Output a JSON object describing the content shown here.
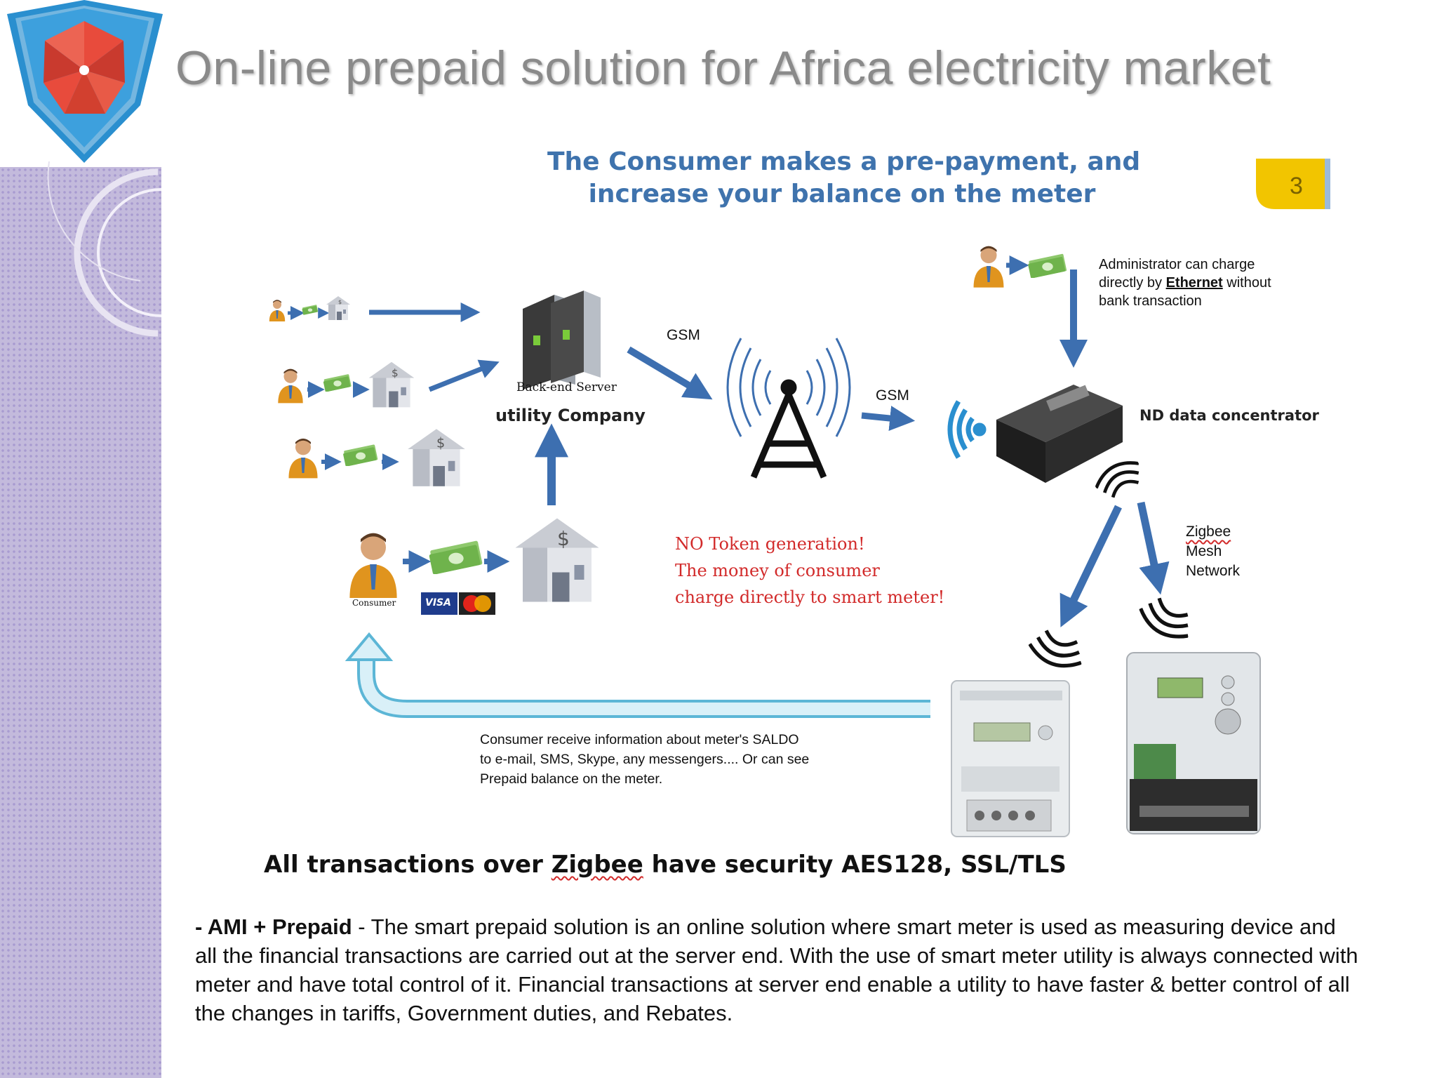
{
  "slide": {
    "title": "On-line prepaid solution for Africa electricity market",
    "page_number": "3"
  },
  "diagram": {
    "heading_line1": "The Consumer makes a pre-payment, and",
    "heading_line2": "increase your  balance on the meter",
    "server_caption": "Back-end Server",
    "server_label": "utility Company",
    "gsm_label_1": "GSM",
    "gsm_label_2": "GSM",
    "admin_note_line1": "Administrator can charge",
    "admin_note_prefix": "directly  by",
    "admin_note_link": "Ethernet",
    "admin_note_suffix": "without",
    "admin_note_line3": "bank transaction",
    "concentrator_label": "ND data concentrator",
    "zigbee_line1": "Zigbee",
    "zigbee_line2": "Mesh",
    "zigbee_line3": "Network",
    "red_note_line1": "NO Token generation!",
    "red_note_line2": "The money of consumer",
    "red_note_line3": "charge directly to smart meter!",
    "consumer_caption": "Consumer",
    "visa_label": "VISA",
    "info_line1": "Consumer receive information about meter's SALDO",
    "info_line2": "to e-mail, SMS, Skype, any messengers.... Or can see",
    "info_line3": "Prepaid balance on the meter.",
    "security_prefix": "All transactions  over",
    "security_zigbee": "Zigbee",
    "security_suffix": "have security AES128,  SSL/TLS"
  },
  "body": {
    "lead": "- AMI + Prepaid",
    "text": " - The smart prepaid solution is an online solution where smart meter is used as measuring device and all the financial transactions are carried out at the server end. With the use of smart meter utility is always connected with meter and have total control of it. Financial transactions at server end enable a utility to have faster & better control of all the changes in tariffs, Government duties, and Rebates."
  },
  "colors": {
    "arrow_blue": "#3d6fb0",
    "heading_blue": "#3f73ad",
    "red_note": "#d22a2a",
    "page_badge": "#f2c500",
    "sidebar": "#c3badc"
  },
  "icons": [
    "shield-logo-icon",
    "person-icon",
    "money-icon",
    "bank-icon",
    "server-icon",
    "antenna-tower-icon",
    "wireless-signal-icon",
    "concentrator-device-icon",
    "smart-meter-icon",
    "payment-card-icon"
  ]
}
